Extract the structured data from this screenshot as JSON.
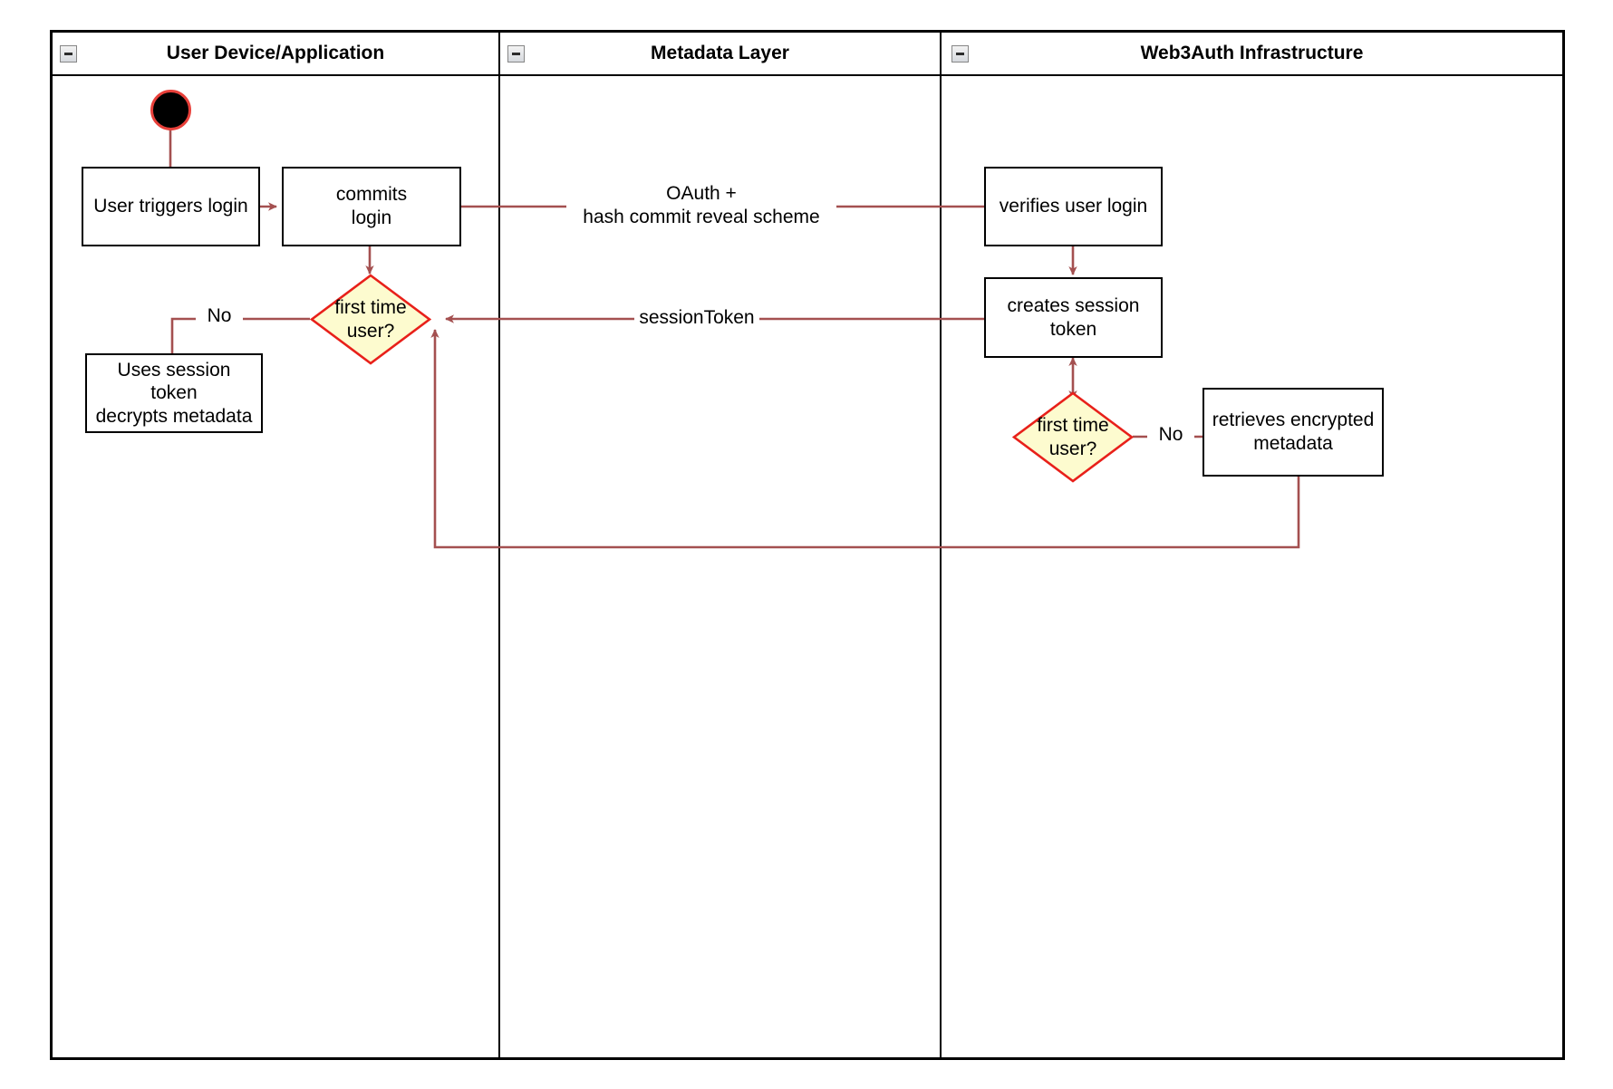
{
  "diagram": {
    "type": "uml-activity-swimlane",
    "title": "Web3Auth login activity diagram",
    "colors": {
      "flow_line": "#a45050",
      "decision_border": "#e8201a",
      "decision_fill": "#fdfbcf",
      "node_border": "#000000",
      "node_fill": "#ffffff",
      "start_fill": "#000000",
      "start_border": "#e8403a",
      "lane_border": "#000000",
      "background": "#ffffff"
    }
  },
  "lanes": [
    {
      "id": "user-device",
      "label": "User Device/Application",
      "collapse_icon": "collapse-minus-icon"
    },
    {
      "id": "metadata-layer",
      "label": "Metadata Layer",
      "collapse_icon": "collapse-minus-icon"
    },
    {
      "id": "web3auth",
      "label": "Web3Auth Infrastructure",
      "collapse_icon": "collapse-minus-icon"
    }
  ],
  "nodes": {
    "start": {
      "name": "start-node",
      "label": ""
    },
    "user_triggers_login": {
      "label": "User triggers login"
    },
    "commits_login": {
      "label": "commits\nlogin"
    },
    "first_time_user_left": {
      "label": "first time\nuser?"
    },
    "uses_session_token": {
      "label": "Uses session\ntoken\ndecrypts metadata"
    },
    "verifies_user_login": {
      "label": "verifies user login"
    },
    "creates_session_token": {
      "label": "creates session\ntoken"
    },
    "first_time_user_right": {
      "label": "first time\nuser?"
    },
    "retrieves_encrypted_metadata": {
      "label": "retrieves encrypted\nmetadata"
    }
  },
  "edge_labels": {
    "oauth_commit": "OAuth +\nhash commit reveal scheme",
    "session_token": "sessionToken",
    "no_left": "No",
    "no_right": "No"
  }
}
